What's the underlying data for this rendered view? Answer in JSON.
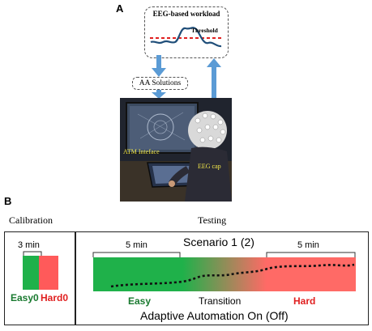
{
  "panel_a": {
    "letter": "A",
    "eeg_box_title": "EEG-based workload",
    "threshold_label": "Threshold",
    "aa_solutions_label": "AA Solutions",
    "atm_label": "ATM Inteface",
    "eeg_cap_label": "EEG cap"
  },
  "panel_b": {
    "letter": "B",
    "calibration_title": "Calibration",
    "testing_title": "Testing",
    "calib_duration": "3 min",
    "easy0_label": "Easy0",
    "hard0_label": "Hard0",
    "scenario_label": "Scenario 1 (2)",
    "left_duration": "5 min",
    "right_duration": "5 min",
    "easy_label": "Easy",
    "transition_label": "Transition",
    "hard_label": "Hard",
    "aa_label": "Adaptive Automation On (Off)"
  },
  "colors": {
    "easy_green": "#1fb14a",
    "hard_red": "#ff5a5a",
    "arrow_blue": "#5b9bd5",
    "eeg_line_blue": "#1f4e79",
    "threshold_red": "#e02020",
    "label_yellow": "#f3e84a"
  }
}
